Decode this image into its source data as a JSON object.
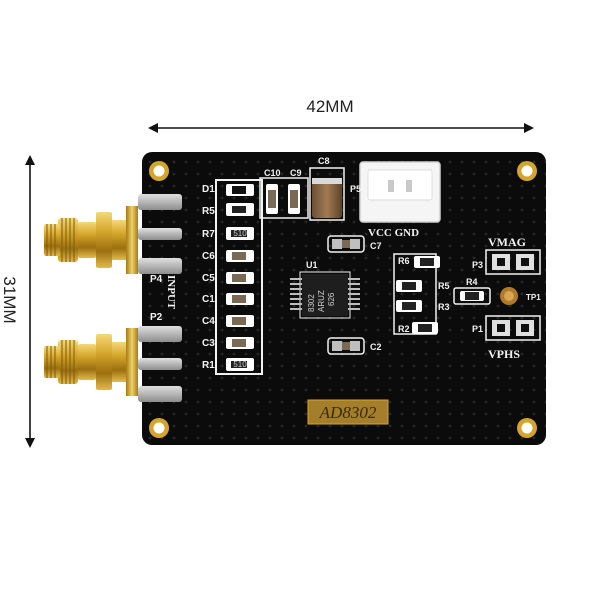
{
  "dimensions": {
    "width_label": "42MM",
    "height_label": "31MM"
  },
  "board": {
    "chip_marking": "AD8302",
    "ic": {
      "ref": "U1",
      "line1": "8302",
      "line2": "ARUZ",
      "line3": "626"
    },
    "labels": {
      "input": "INPUT",
      "vcc_gnd": "VCC GND",
      "vmag": "VMAG",
      "vphs": "VPHS",
      "tp1": "TP1"
    },
    "refs": {
      "d1": "D1",
      "r5": "R5",
      "r7": "R7",
      "c6": "C6",
      "c5": "C5",
      "c1": "C1",
      "c4": "C4",
      "c3": "C3",
      "r1": "R1",
      "p4": "P4",
      "p2": "P2",
      "c10": "C10",
      "c9": "C9",
      "c8": "C8",
      "p5": "P5",
      "c7": "C7",
      "c2": "C2",
      "r6": "R6",
      "r5b": "R5",
      "r3": "R3",
      "r4": "R4",
      "r2": "R2",
      "p3": "P3",
      "p1": "P1"
    },
    "resistor_code": "510",
    "colors": {
      "pcb": "#0b0b0b",
      "silkscreen": "#f2f2f2",
      "gold": "#d4a52a",
      "pad": "#b9b9b9"
    }
  }
}
